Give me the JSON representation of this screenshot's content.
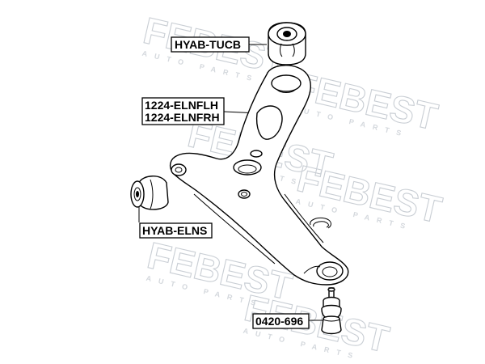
{
  "watermark": {
    "brand": "FEBEST",
    "sub": "AUTO PARTS"
  },
  "parts": {
    "tucb": "HYAB-TUCB",
    "arm_lh": "1224-ELNFLH",
    "arm_rh": "1224-ELNFRH",
    "elns": "HYAB-ELNS",
    "ball_joint": "0420-696"
  }
}
